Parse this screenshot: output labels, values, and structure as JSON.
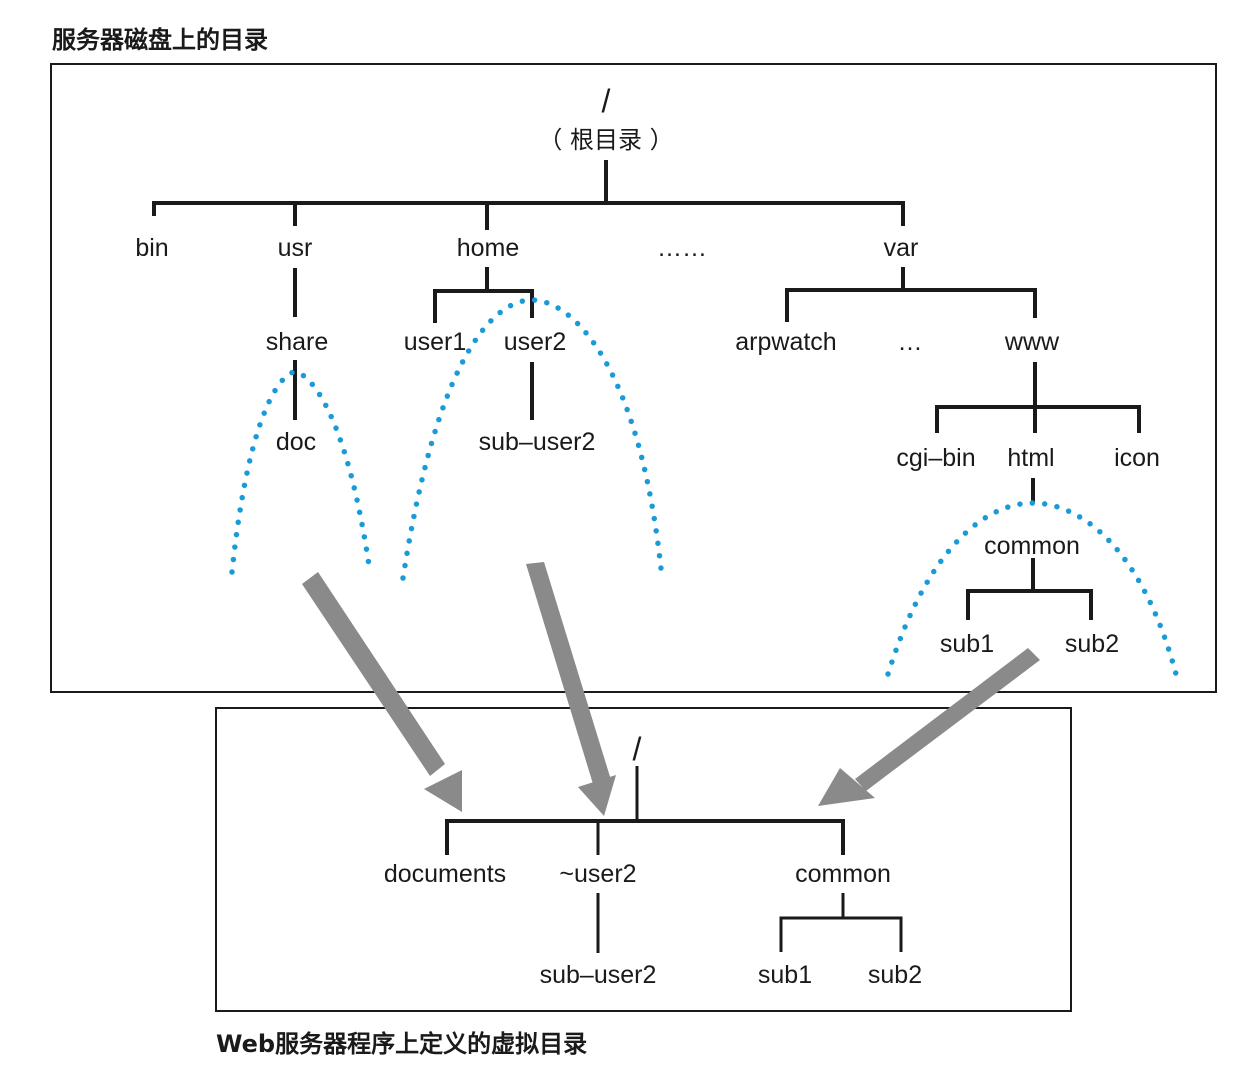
{
  "top_caption": "服务器磁盘上的目录",
  "bottom_caption": "Web服务器程序上定义的虚拟目录",
  "colors": {
    "mapping_highlight": "#1a9bd7",
    "arrow": "#8a8a8a",
    "lines": "#1a1a1a"
  },
  "server_tree": {
    "root": "/",
    "root_note": "（ 根目录 ）",
    "level1": [
      "bin",
      "usr",
      "home",
      "……",
      "var"
    ],
    "usr_child": "share",
    "share_child": "doc",
    "home_children": [
      "user1",
      "user2"
    ],
    "user2_child": "sub–user2",
    "var_children": [
      "arpwatch",
      "…",
      "www"
    ],
    "www_children": [
      "cgi–bin",
      "html",
      "icon"
    ],
    "html_child": "common",
    "common_children": [
      "sub1",
      "sub2"
    ]
  },
  "virtual_tree": {
    "root": "/",
    "level1": [
      "documents",
      "~user2",
      "common"
    ],
    "user2_child": "sub–user2",
    "common_children": [
      "sub1",
      "sub2"
    ]
  },
  "mappings": [
    {
      "from": "doc",
      "to": "documents"
    },
    {
      "from": "user2",
      "to": "~user2"
    },
    {
      "from": "common",
      "to": "common"
    }
  ]
}
